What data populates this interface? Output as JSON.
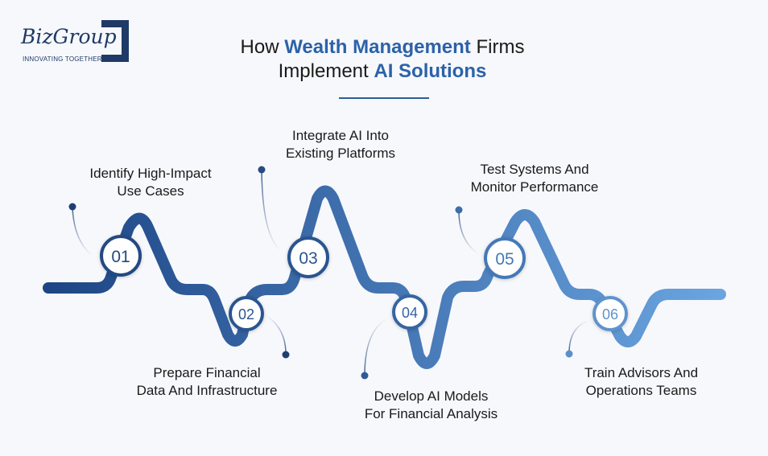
{
  "logo": {
    "name": "BizGroup",
    "tagline": "INNOVATING TOGETHER"
  },
  "title": {
    "line1_pre": "How ",
    "line1_highlight": "Wealth Management",
    "line1_post": " Firms",
    "line2_pre": "Implement ",
    "line2_highlight": "AI Solutions"
  },
  "colors": {
    "accent": "#2c62a8",
    "wave_start": "#1d4585",
    "wave_end": "#6aa5e0",
    "text": "#1a1a1a"
  },
  "steps": [
    {
      "number": "01",
      "line1": "Identify High-Impact",
      "line2": "Use Cases"
    },
    {
      "number": "02",
      "line1": "Prepare Financial",
      "line2": "Data And Infrastructure"
    },
    {
      "number": "03",
      "line1": "Integrate AI Into",
      "line2": "Existing Platforms"
    },
    {
      "number": "04",
      "line1": "Develop AI Models",
      "line2": "For Financial Analysis"
    },
    {
      "number": "05",
      "line1": "Test Systems And",
      "line2": "Monitor Performance"
    },
    {
      "number": "06",
      "line1": "Train Advisors And",
      "line2": "Operations Teams"
    }
  ]
}
